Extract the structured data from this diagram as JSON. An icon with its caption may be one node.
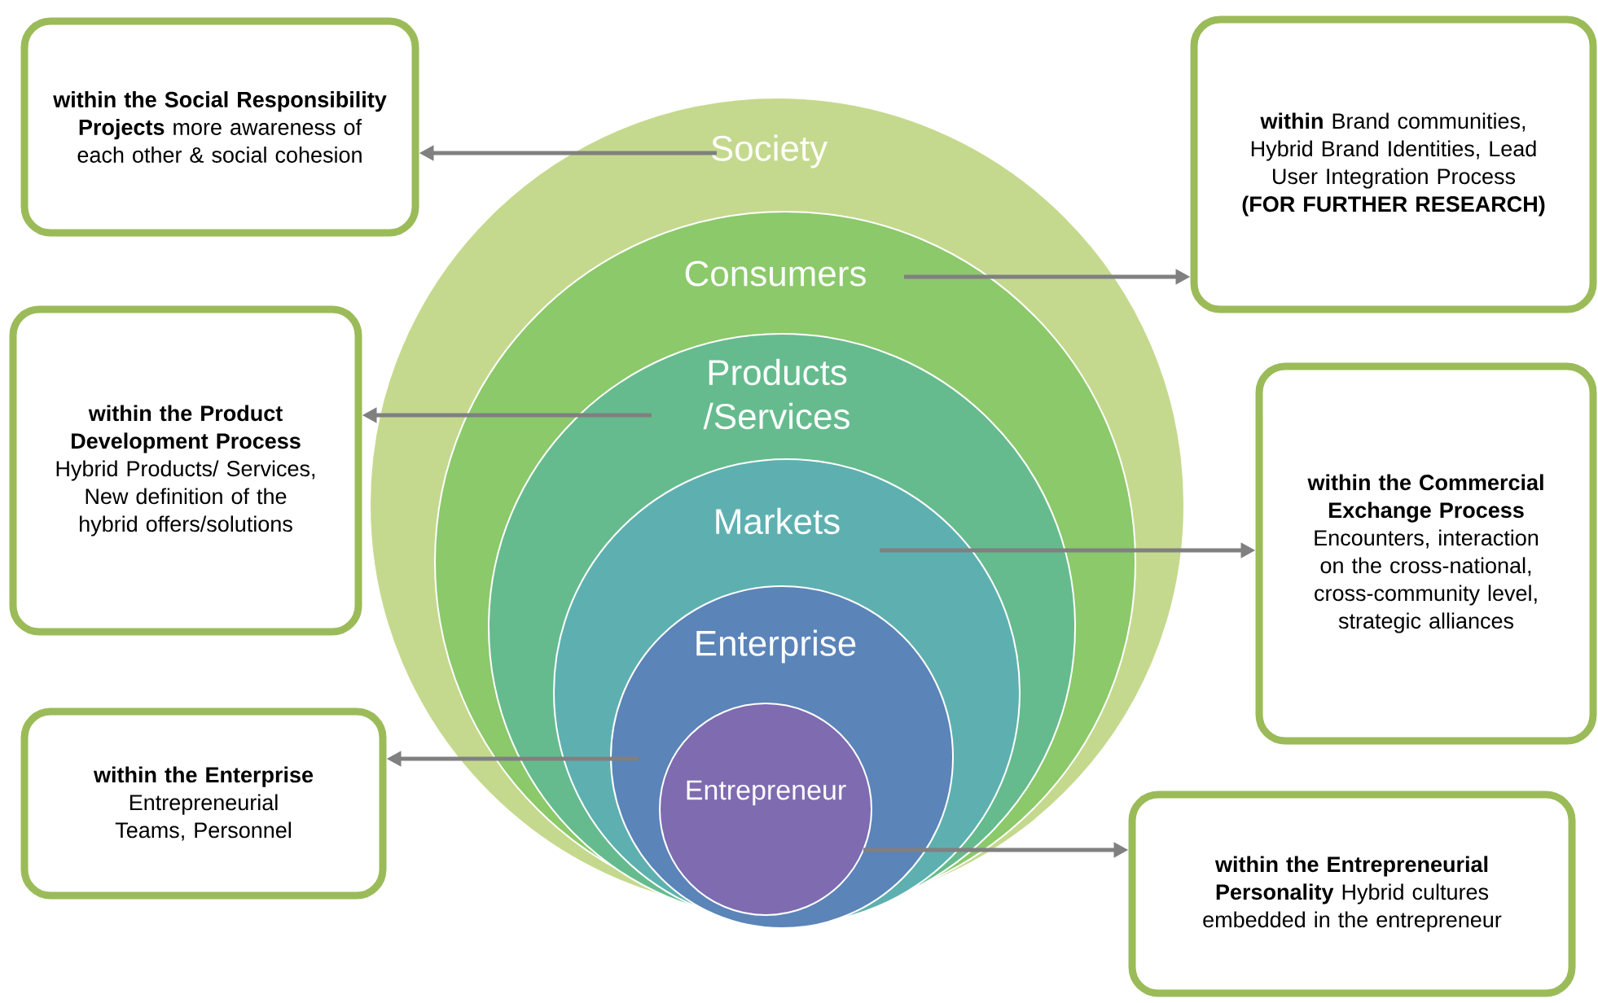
{
  "diagram": {
    "nodes": [
      {
        "text": [
          "Society"
        ]
      },
      {
        "text": [
          "Consumers"
        ],
        "in": 0
      },
      {
        "text": [
          "Products /Services"
        ],
        "in": 1
      },
      {
        "text": [
          "Markets"
        ],
        "in": 2
      },
      {
        "text": [
          "Enterprise"
        ],
        "in": 3
      },
      {
        "text": [
          "Entrepreneur"
        ],
        "in": 4
      },
      {
        "text": [
          "**within the Social Responsibility Projects** more awareness of each other & social cohesion"
        ]
      },
      {
        "text": [
          "**within** Brand communities, Hybrid Brand Identities, Lead User Integration Process **(FOR FURTHER RESEARCH)**"
        ]
      },
      {
        "text": [
          "**within the Product Development Process** Hybrid Products/ Services, New definition of the hybrid offers/solutions"
        ]
      },
      {
        "text": [
          "**within the Commercial Exchange Process** Encounters, interaction on the cross-national, cross-community level, strategic alliances"
        ]
      },
      {
        "text": [
          "**within the Enterprise** Entrepreneurial Teams, Personnel"
        ]
      },
      {
        "text": [
          "**within the Entrepreneurial Personality** Hybrid cultures embedded in the entrepreneur"
        ]
      }
    ],
    "edges": [
      {
        "from": 0,
        "to": 6,
        "arrow": "to"
      },
      {
        "from": 1,
        "to": 7,
        "arrow": "to"
      },
      {
        "from": 2,
        "to": 8,
        "arrow": "to"
      },
      {
        "from": 3,
        "to": 9,
        "arrow": "to"
      },
      {
        "from": 4,
        "to": 10,
        "arrow": "to"
      },
      {
        "from": 5,
        "to": 11,
        "arrow": "to"
      }
    ]
  }
}
